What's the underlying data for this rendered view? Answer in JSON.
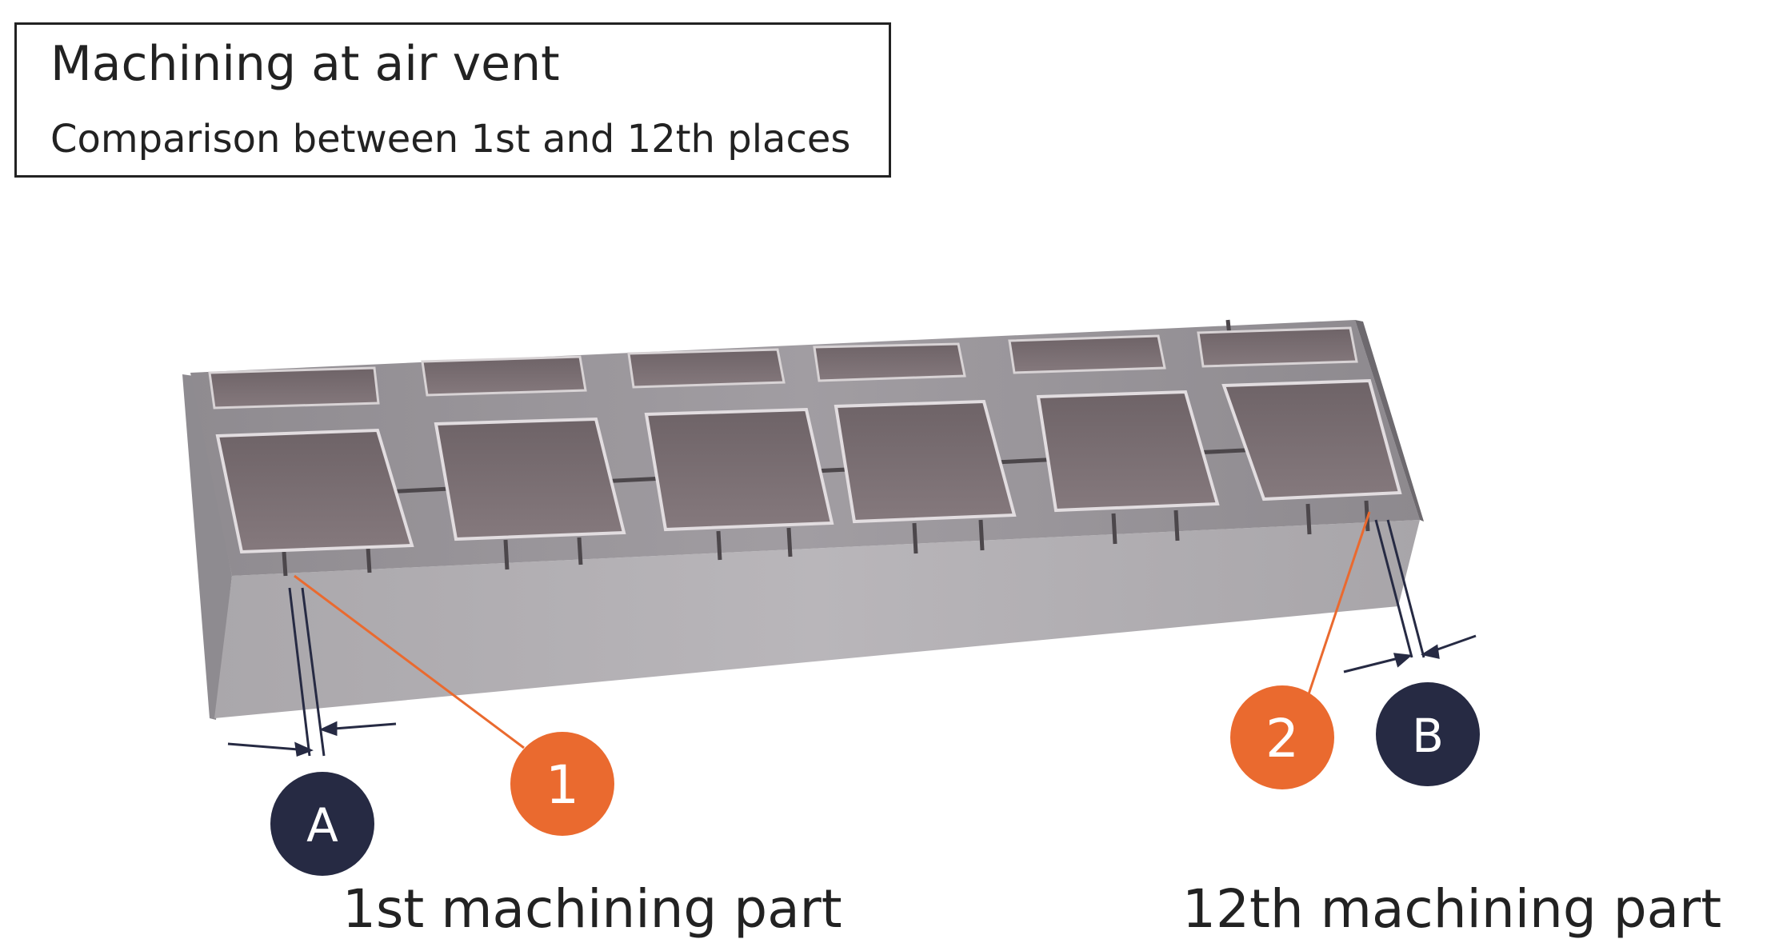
{
  "title": "Machining at air vent",
  "subtitle": "Comparison between 1st and 12th places",
  "markers": {
    "one": "1",
    "two": "2",
    "a": "A",
    "b": "B"
  },
  "captions": {
    "first": "1st machining part",
    "twelfth": "12th machining part"
  },
  "colors": {
    "orange": "#ea6a2f",
    "navy": "#262a43",
    "metal": "#a9a7ab",
    "pocket": "#7a6f73"
  },
  "icons": {
    "block": "machined-steel-block-photo",
    "dimension": "dimension-arrow-icon",
    "leader": "leader-line-icon"
  }
}
